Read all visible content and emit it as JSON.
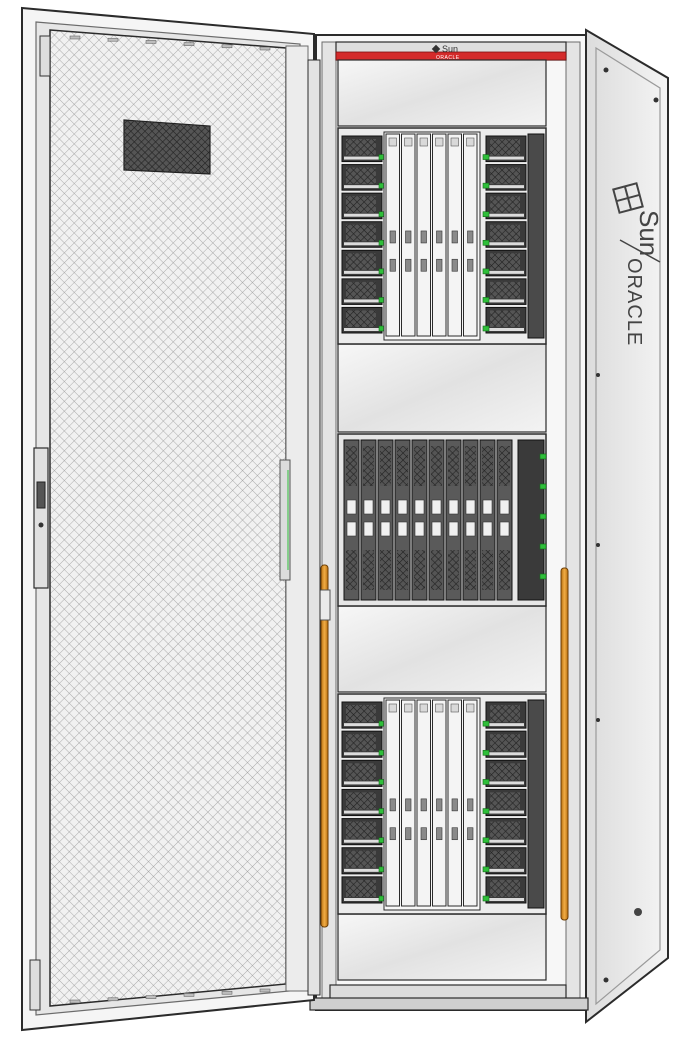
{
  "header_logo": {
    "brand_top": "Sun",
    "brand_bottom": "ORACLE"
  },
  "side_logo": {
    "brand_top": "Sun",
    "brand_bottom": "ORACLE"
  },
  "colors": {
    "accent_red": "#d42b2b",
    "handle_orange": "#e79a2a",
    "led_green": "#2fbf3a",
    "panel_silver": "#e9e9e9",
    "outline": "#2b2b2b"
  },
  "icons": [
    "sun-logo-icon",
    "oracle-logo-icon"
  ]
}
